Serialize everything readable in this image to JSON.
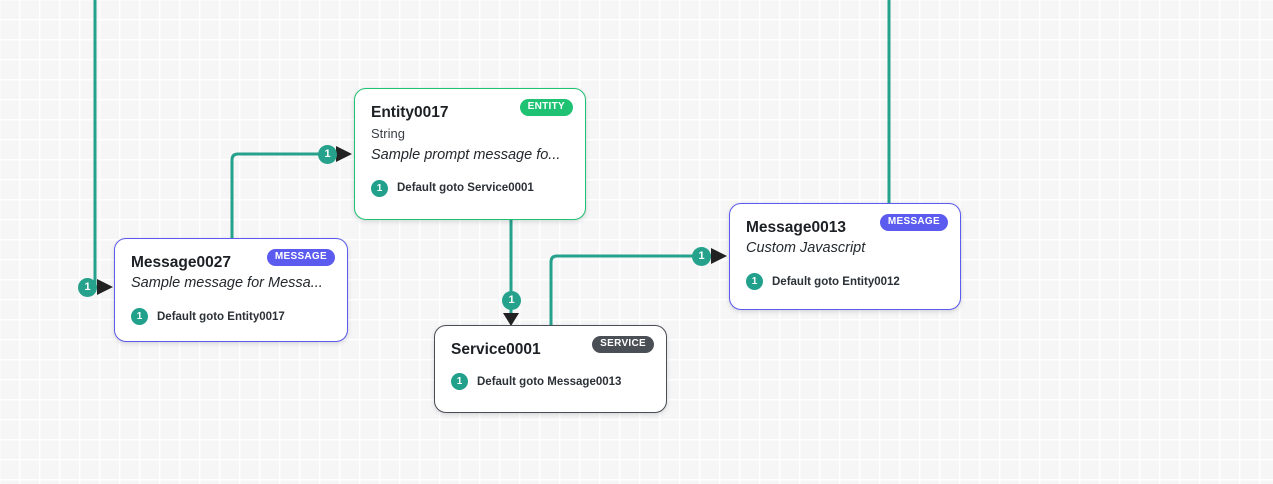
{
  "canvas": {
    "background_color": "#f6f6f7",
    "grid_color": "#ffffff",
    "grid_size": 20
  },
  "theme": {
    "edge_color": "#26a18c",
    "arrow_color": "#222222",
    "message_color": "#5b5bef",
    "entity_color": "#1ec272",
    "service_color": "#4a4f55",
    "badge_text_color": "#ffffff"
  },
  "nodes": [
    {
      "id": "message0027",
      "kind": "message",
      "badge": "MESSAGE",
      "title": "Message0027",
      "subtype": "",
      "description": "Sample message for Messa...",
      "transitions": [
        {
          "count": "1",
          "label": "Default goto Entity0017"
        }
      ]
    },
    {
      "id": "entity0017",
      "kind": "entity",
      "badge": "ENTITY",
      "title": "Entity0017",
      "subtype": "String",
      "description": "Sample prompt message fo...",
      "transitions": [
        {
          "count": "1",
          "label": "Default goto Service0001"
        }
      ]
    },
    {
      "id": "message0013",
      "kind": "message",
      "badge": "MESSAGE",
      "title": "Message0013",
      "subtype": "",
      "description": "Custom Javascript",
      "transitions": [
        {
          "count": "1",
          "label": "Default goto Entity0012"
        }
      ]
    },
    {
      "id": "service0001",
      "kind": "service",
      "badge": "SERVICE",
      "title": "Service0001",
      "subtype": "",
      "description": "",
      "transitions": [
        {
          "count": "1",
          "label": "Default goto Message0013"
        }
      ]
    }
  ],
  "edges": [
    {
      "id": "edge-incoming-message0027",
      "from": "offscreen-top",
      "to": "message0027",
      "count": "1"
    },
    {
      "id": "edge-message0027-entity0017",
      "from": "message0027",
      "to": "entity0017",
      "count": "1"
    },
    {
      "id": "edge-entity0017-service0001",
      "from": "entity0017",
      "to": "service0001",
      "count": "1"
    },
    {
      "id": "edge-service0001-message0013",
      "from": "service0001",
      "to": "message0013",
      "count": "1"
    },
    {
      "id": "edge-incoming-message0013",
      "from": "offscreen-top",
      "to": "message0013",
      "count": ""
    }
  ]
}
